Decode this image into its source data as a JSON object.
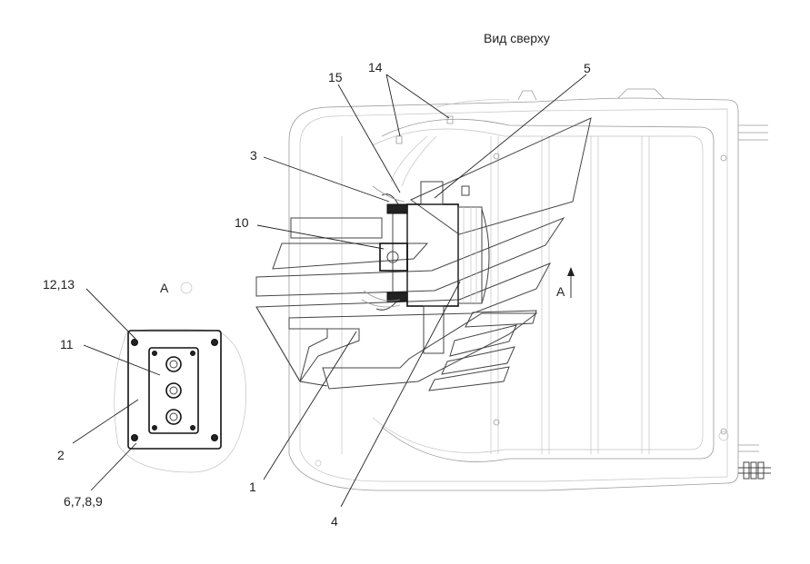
{
  "title": "Вид сверху",
  "view_marker": "А",
  "section_label": "А",
  "callouts": {
    "c1": "1",
    "c2": "2",
    "c3": "3",
    "c4": "4",
    "c5": "5",
    "c6789": "6,7,8,9",
    "c10": "10",
    "c11": "11",
    "c1213": "12,13",
    "c14": "14",
    "c15": "15"
  }
}
